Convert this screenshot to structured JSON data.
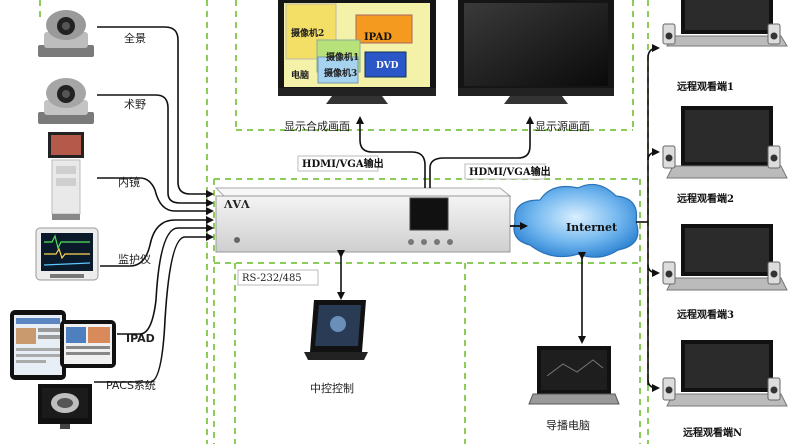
{
  "sources": [
    {
      "key": "panorama",
      "label": "全景",
      "icon": "ptz-camera-icon"
    },
    {
      "key": "surgical_field",
      "label": "术野",
      "icon": "ptz-camera-icon"
    },
    {
      "key": "endoscope",
      "label": "内镜",
      "icon": "endoscope-cart-icon"
    },
    {
      "key": "monitor",
      "label": "监护仪",
      "icon": "patient-monitor-icon"
    },
    {
      "key": "ipad",
      "label": "IPAD",
      "icon": "tablet-icon"
    },
    {
      "key": "pacs",
      "label": "PACS系统",
      "icon": "pacs-display-icon"
    }
  ],
  "device": {
    "logo": "ΛVΛ"
  },
  "composite_display": {
    "caption": "显示合成画面",
    "windows": [
      {
        "label": "摄像机2",
        "color": "#f3df66"
      },
      {
        "label": "IPAD",
        "color": "#f39a1f"
      },
      {
        "label": "摄像机1",
        "color": "#b7e27a"
      },
      {
        "label": "摄像机3",
        "color": "#a6d3f0"
      },
      {
        "label": "DVD",
        "color": "#2a56c7"
      },
      {
        "label": "电脑",
        "color": "#6ecb54"
      }
    ]
  },
  "source_display": {
    "caption": "显示源画面"
  },
  "links": {
    "hdmi_left": "HDMI/VGA输出",
    "hdmi_right": "HDMI/VGA输出",
    "rs232": "RS-232/485",
    "internet": "Internet"
  },
  "control_panel": {
    "caption": "中控控制"
  },
  "director_pc": {
    "caption": "导播电脑"
  },
  "remote_viewers": [
    {
      "label": "远程观看端1"
    },
    {
      "label": "远程观看端2"
    },
    {
      "label": "远程观看端3"
    },
    {
      "label": "远程观看端N"
    }
  ],
  "colors": {
    "dashed_border": "#8ccc5a",
    "arrow": "#111111",
    "cloud": "#3d8fd9",
    "device_body": "#e6e6e6"
  }
}
